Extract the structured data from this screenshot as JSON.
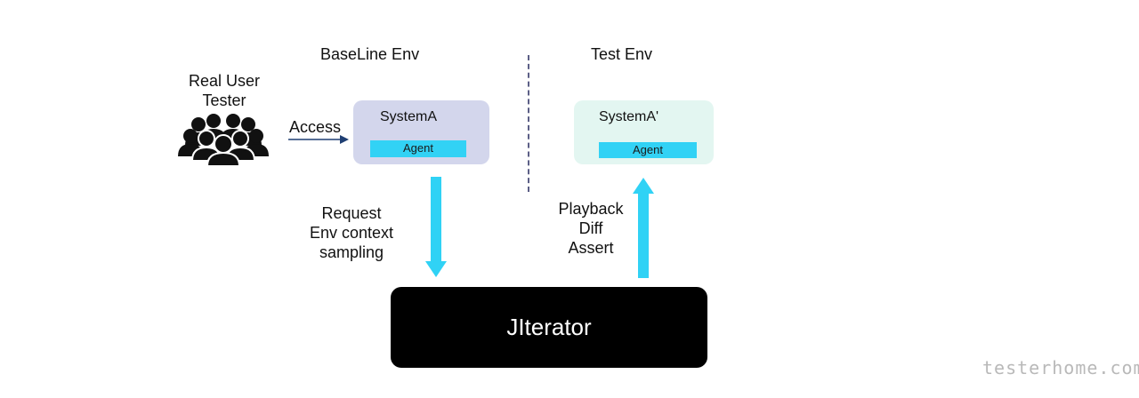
{
  "colors": {
    "baseline_box": "#d3d6ec",
    "test_box": "#e3f6f1",
    "agent": "#32d2f5",
    "arrow_cyan": "#30d2f5",
    "access_arrow": "#1f3f73",
    "divider": "#5c5f86",
    "jiterator": "#000000"
  },
  "user": {
    "title_line1": "Real User",
    "title_line2": "Tester",
    "icon": "group-of-people-icon"
  },
  "access": {
    "label": "Access"
  },
  "baseline": {
    "env_title": "BaseLine Env",
    "system_title": "SystemA",
    "agent_label": "Agent"
  },
  "test": {
    "env_title": "Test Env",
    "system_title": "SystemA'",
    "agent_label": "Agent"
  },
  "flow_down": {
    "line1": "Request",
    "line2": "Env context",
    "line3": "sampling"
  },
  "flow_up": {
    "line1": "Playback",
    "line2": "Diff",
    "line3": "Assert"
  },
  "jiterator": {
    "label": "JIterator"
  },
  "watermark": {
    "text": "testerhome.com"
  }
}
